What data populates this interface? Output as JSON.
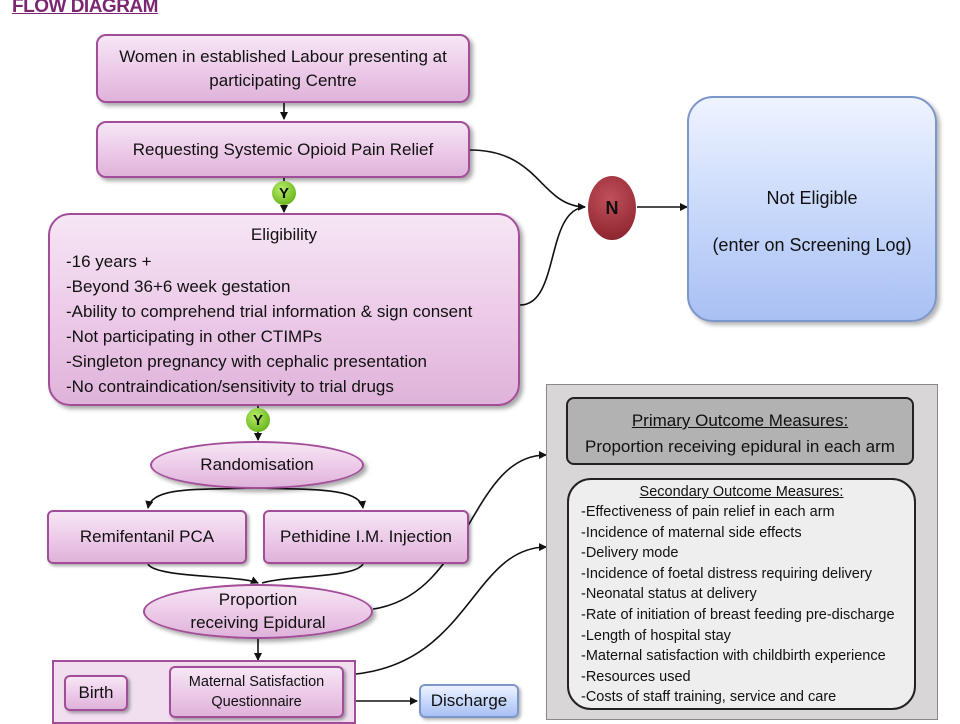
{
  "title": "FLOW DIAGRAM",
  "nodes": {
    "women": "Women in established Labour presenting at participating Centre",
    "requesting": "Requesting Systemic Opioid Pain Relief",
    "eligibility_title": "Eligibility",
    "eligibility_items": [
      "-16 years +",
      "-Beyond 36+6 week gestation",
      "-Ability to comprehend trial information & sign consent",
      "-Not participating in other CTIMPs",
      "-Singleton pregnancy with cephalic presentation",
      "-No contraindication/sensitivity to trial drugs"
    ],
    "randomisation": "Randomisation",
    "remifentanil": "Remifentanil PCA",
    "pethidine": "Pethidine I.M. Injection",
    "proportion_line1": "Proportion",
    "proportion_line2": "receiving Epidural",
    "birth": "Birth",
    "questionnaire": "Maternal Satisfaction Questionnaire",
    "discharge": "Discharge",
    "not_eligible_line1": "Not Eligible",
    "not_eligible_line2": "(enter on Screening Log)"
  },
  "badges": {
    "yes": "Y",
    "no": "N"
  },
  "outcomes": {
    "primary_header": "Primary Outcome Measures:",
    "primary_text": "Proportion receiving epidural in each arm",
    "secondary_header": "Secondary Outcome Measures:",
    "secondary_items": [
      "-Effectiveness of pain relief in each arm",
      "-Incidence of maternal side effects",
      "-Delivery mode",
      "-Incidence of foetal distress requiring delivery",
      "-Neonatal status at delivery",
      "-Rate of initiation of breast feeding pre-discharge",
      "-Length of hospital stay",
      "-Maternal satisfaction with childbirth experience",
      "-Resources used",
      "-Costs of staff training, service and care"
    ]
  },
  "colors": {
    "title": "#7a2670",
    "pink_border": "#a24d98",
    "blue_border": "#7d96c9",
    "yes_badge": "#6fba22",
    "no_badge": "#962c36"
  }
}
